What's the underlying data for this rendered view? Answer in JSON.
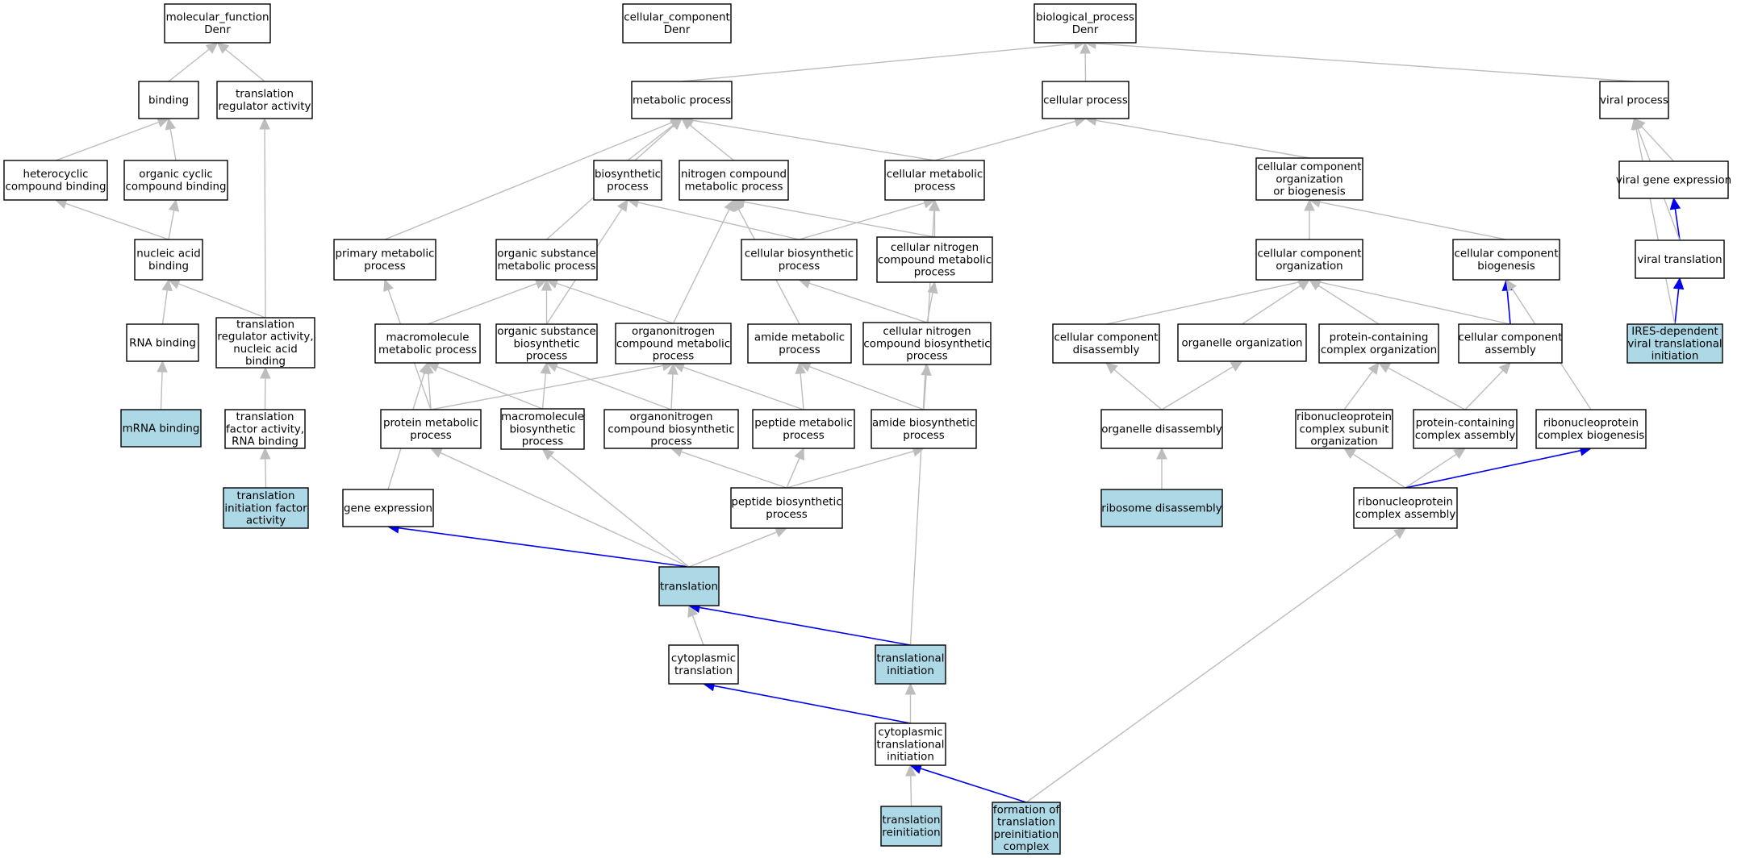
{
  "graph": {
    "colors": {
      "node_fill": "#ffffff",
      "highlight_fill": "#add8e6",
      "node_border": "#000000",
      "edge": "#bdbdbd",
      "highlight_edge": "#0000ee"
    },
    "nodes": [
      {
        "id": "mf",
        "lines": [
          "molecular_function",
          "Denr"
        ],
        "highlight": false
      },
      {
        "id": "cc",
        "lines": [
          "cellular_component",
          "Denr"
        ],
        "highlight": false
      },
      {
        "id": "bp",
        "lines": [
          "biological_process",
          "Denr"
        ],
        "highlight": false
      },
      {
        "id": "binding",
        "lines": [
          "binding"
        ],
        "highlight": false
      },
      {
        "id": "tra",
        "lines": [
          "translation",
          "regulator activity"
        ],
        "highlight": false
      },
      {
        "id": "metab",
        "lines": [
          "metabolic process"
        ],
        "highlight": false
      },
      {
        "id": "cellproc",
        "lines": [
          "cellular process"
        ],
        "highlight": false
      },
      {
        "id": "viralproc",
        "lines": [
          "viral process"
        ],
        "highlight": false
      },
      {
        "id": "hetcyc",
        "lines": [
          "heterocyclic",
          "compound binding"
        ],
        "highlight": false
      },
      {
        "id": "orgcyc",
        "lines": [
          "organic cyclic",
          "compound binding"
        ],
        "highlight": false
      },
      {
        "id": "biosyn",
        "lines": [
          "biosynthetic",
          "process"
        ],
        "highlight": false
      },
      {
        "id": "nitro",
        "lines": [
          "nitrogen compound",
          "metabolic process"
        ],
        "highlight": false
      },
      {
        "id": "cellmet",
        "lines": [
          "cellular metabolic",
          "process"
        ],
        "highlight": false
      },
      {
        "id": "ccob",
        "lines": [
          "cellular component",
          "organization",
          "or biogenesis"
        ],
        "highlight": false
      },
      {
        "id": "vge",
        "lines": [
          "viral gene expression"
        ],
        "highlight": false
      },
      {
        "id": "nab",
        "lines": [
          "nucleic acid",
          "binding"
        ],
        "highlight": false
      },
      {
        "id": "primmet",
        "lines": [
          "primary metabolic",
          "process"
        ],
        "highlight": false
      },
      {
        "id": "osmp",
        "lines": [
          "organic substance",
          "metabolic process"
        ],
        "highlight": false
      },
      {
        "id": "cbp",
        "lines": [
          "cellular biosynthetic",
          "process"
        ],
        "highlight": false
      },
      {
        "id": "cncmp",
        "lines": [
          "cellular nitrogen",
          "compound metabolic",
          "process"
        ],
        "highlight": false
      },
      {
        "id": "cco",
        "lines": [
          "cellular component",
          "organization"
        ],
        "highlight": false
      },
      {
        "id": "ccb",
        "lines": [
          "cellular component",
          "biogenesis"
        ],
        "highlight": false
      },
      {
        "id": "vtrans",
        "lines": [
          "viral translation"
        ],
        "highlight": false
      },
      {
        "id": "rnab",
        "lines": [
          "RNA binding"
        ],
        "highlight": false
      },
      {
        "id": "tranab",
        "lines": [
          "translation",
          "regulator activity,",
          "nucleic acid",
          "binding"
        ],
        "highlight": false
      },
      {
        "id": "macromet",
        "lines": [
          "macromolecule",
          "metabolic process"
        ],
        "highlight": false
      },
      {
        "id": "osbp",
        "lines": [
          "organic substance",
          "biosynthetic",
          "process"
        ],
        "highlight": false
      },
      {
        "id": "onmp",
        "lines": [
          "organonitrogen",
          "compound metabolic",
          "process"
        ],
        "highlight": false
      },
      {
        "id": "amidemet",
        "lines": [
          "amide metabolic",
          "process"
        ],
        "highlight": false
      },
      {
        "id": "cncbp",
        "lines": [
          "cellular nitrogen",
          "compound biosynthetic",
          "process"
        ],
        "highlight": false
      },
      {
        "id": "ccd",
        "lines": [
          "cellular component",
          "disassembly"
        ],
        "highlight": false
      },
      {
        "id": "orgorg",
        "lines": [
          "organelle organization"
        ],
        "highlight": false
      },
      {
        "id": "pcco",
        "lines": [
          "protein-containing",
          "complex organization"
        ],
        "highlight": false
      },
      {
        "id": "cca",
        "lines": [
          "cellular component",
          "assembly"
        ],
        "highlight": false
      },
      {
        "id": "ires",
        "lines": [
          "IRES-dependent",
          "viral translational",
          "initiation"
        ],
        "highlight": true
      },
      {
        "id": "mrnab",
        "lines": [
          "mRNA binding"
        ],
        "highlight": true
      },
      {
        "id": "tfab",
        "lines": [
          "translation",
          "factor activity,",
          "RNA binding"
        ],
        "highlight": false
      },
      {
        "id": "protmet",
        "lines": [
          "protein metabolic",
          "process"
        ],
        "highlight": false
      },
      {
        "id": "macrobio",
        "lines": [
          "macromolecule",
          "biosynthetic",
          "process"
        ],
        "highlight": false
      },
      {
        "id": "onbp",
        "lines": [
          "organonitrogen",
          "compound biosynthetic",
          "process"
        ],
        "highlight": false
      },
      {
        "id": "pepmet",
        "lines": [
          "peptide metabolic",
          "process"
        ],
        "highlight": false
      },
      {
        "id": "amidebio",
        "lines": [
          "amide biosynthetic",
          "process"
        ],
        "highlight": false
      },
      {
        "id": "orgdis",
        "lines": [
          "organelle disassembly"
        ],
        "highlight": false
      },
      {
        "id": "rncso",
        "lines": [
          "ribonucleoprotein",
          "complex subunit",
          "organization"
        ],
        "highlight": false
      },
      {
        "id": "pcca",
        "lines": [
          "protein-containing",
          "complex assembly"
        ],
        "highlight": false
      },
      {
        "id": "rncb",
        "lines": [
          "ribonucleoprotein",
          "complex biogenesis"
        ],
        "highlight": false
      },
      {
        "id": "tifa",
        "lines": [
          "translation",
          "initiation factor",
          "activity"
        ],
        "highlight": true
      },
      {
        "id": "geneexp",
        "lines": [
          "gene expression"
        ],
        "highlight": false
      },
      {
        "id": "pepbio",
        "lines": [
          "peptide biosynthetic",
          "process"
        ],
        "highlight": false
      },
      {
        "id": "ribodis",
        "lines": [
          "ribosome disassembly"
        ],
        "highlight": true
      },
      {
        "id": "rnca",
        "lines": [
          "ribonucleoprotein",
          "complex assembly"
        ],
        "highlight": false
      },
      {
        "id": "translation",
        "lines": [
          "translation"
        ],
        "highlight": true
      },
      {
        "id": "cyttrans",
        "lines": [
          "cytoplasmic",
          "translation"
        ],
        "highlight": false
      },
      {
        "id": "transinit",
        "lines": [
          "translational",
          "initiation"
        ],
        "highlight": true
      },
      {
        "id": "ctinit",
        "lines": [
          "cytoplasmic",
          "translational",
          "initiation"
        ],
        "highlight": false
      },
      {
        "id": "transreinit",
        "lines": [
          "translation",
          "reinitiation"
        ],
        "highlight": true
      },
      {
        "id": "ftpc",
        "lines": [
          "formation of",
          "translation",
          "preinitiation",
          "complex"
        ],
        "highlight": true
      }
    ],
    "edges": [
      {
        "from": "binding",
        "to": "mf",
        "highlight": false
      },
      {
        "from": "tra",
        "to": "mf",
        "highlight": false
      },
      {
        "from": "metab",
        "to": "bp",
        "highlight": false
      },
      {
        "from": "cellproc",
        "to": "bp",
        "highlight": false
      },
      {
        "from": "viralproc",
        "to": "bp",
        "highlight": false
      },
      {
        "from": "hetcyc",
        "to": "binding",
        "highlight": false
      },
      {
        "from": "orgcyc",
        "to": "binding",
        "highlight": false
      },
      {
        "from": "nab",
        "to": "hetcyc",
        "highlight": false
      },
      {
        "from": "nab",
        "to": "orgcyc",
        "highlight": false
      },
      {
        "from": "rnab",
        "to": "nab",
        "highlight": false
      },
      {
        "from": "tranab",
        "to": "nab",
        "highlight": false
      },
      {
        "from": "tranab",
        "to": "tra",
        "highlight": false
      },
      {
        "from": "mrnab",
        "to": "rnab",
        "highlight": false
      },
      {
        "from": "tfab",
        "to": "tranab",
        "highlight": false
      },
      {
        "from": "tifa",
        "to": "tfab",
        "highlight": false
      },
      {
        "from": "biosyn",
        "to": "metab",
        "highlight": false
      },
      {
        "from": "nitro",
        "to": "metab",
        "highlight": false
      },
      {
        "from": "cellmet",
        "to": "metab",
        "highlight": false
      },
      {
        "from": "primmet",
        "to": "metab",
        "highlight": false
      },
      {
        "from": "osmp",
        "to": "metab",
        "highlight": false
      },
      {
        "from": "cellmet",
        "to": "cellproc",
        "highlight": false
      },
      {
        "from": "ccob",
        "to": "cellproc",
        "highlight": false
      },
      {
        "from": "cbp",
        "to": "biosyn",
        "highlight": false
      },
      {
        "from": "cbp",
        "to": "cellmet",
        "highlight": false
      },
      {
        "from": "cncmp",
        "to": "cellmet",
        "highlight": false
      },
      {
        "from": "cncmp",
        "to": "nitro",
        "highlight": false
      },
      {
        "from": "osbp",
        "to": "biosyn",
        "highlight": false
      },
      {
        "from": "osbp",
        "to": "osmp",
        "highlight": false
      },
      {
        "from": "macromet",
        "to": "osmp",
        "highlight": false
      },
      {
        "from": "onmp",
        "to": "osmp",
        "highlight": false
      },
      {
        "from": "onmp",
        "to": "nitro",
        "highlight": false
      },
      {
        "from": "amidemet",
        "to": "nitro",
        "highlight": false
      },
      {
        "from": "cncbp",
        "to": "cbp",
        "highlight": false
      },
      {
        "from": "cncbp",
        "to": "cncmp",
        "highlight": false
      },
      {
        "from": "protmet",
        "to": "primmet",
        "highlight": false
      },
      {
        "from": "protmet",
        "to": "macromet",
        "highlight": false
      },
      {
        "from": "protmet",
        "to": "onmp",
        "highlight": false
      },
      {
        "from": "macrobio",
        "to": "macromet",
        "highlight": false
      },
      {
        "from": "macrobio",
        "to": "osbp",
        "highlight": false
      },
      {
        "from": "onbp",
        "to": "osbp",
        "highlight": false
      },
      {
        "from": "onbp",
        "to": "onmp",
        "highlight": false
      },
      {
        "from": "pepmet",
        "to": "onmp",
        "highlight": false
      },
      {
        "from": "pepmet",
        "to": "amidemet",
        "highlight": false
      },
      {
        "from": "amidebio",
        "to": "amidemet",
        "highlight": false
      },
      {
        "from": "amidebio",
        "to": "cncbp",
        "highlight": false
      },
      {
        "from": "geneexp",
        "to": "macromet",
        "highlight": false
      },
      {
        "from": "pepbio",
        "to": "onbp",
        "highlight": false
      },
      {
        "from": "pepbio",
        "to": "pepmet",
        "highlight": false
      },
      {
        "from": "pepbio",
        "to": "amidebio",
        "highlight": false
      },
      {
        "from": "translation",
        "to": "geneexp",
        "highlight": true
      },
      {
        "from": "translation",
        "to": "protmet",
        "highlight": false
      },
      {
        "from": "translation",
        "to": "macrobio",
        "highlight": false
      },
      {
        "from": "translation",
        "to": "pepbio",
        "highlight": false
      },
      {
        "from": "cyttrans",
        "to": "translation",
        "highlight": false
      },
      {
        "from": "transinit",
        "to": "translation",
        "highlight": true
      },
      {
        "from": "transinit",
        "to": "cellmet",
        "highlight": false
      },
      {
        "from": "ctinit",
        "to": "transinit",
        "highlight": false
      },
      {
        "from": "ctinit",
        "to": "cyttrans",
        "highlight": true
      },
      {
        "from": "transreinit",
        "to": "ctinit",
        "highlight": false
      },
      {
        "from": "ftpc",
        "to": "ctinit",
        "highlight": true
      },
      {
        "from": "ftpc",
        "to": "rnca",
        "highlight": false
      },
      {
        "from": "cco",
        "to": "ccob",
        "highlight": false
      },
      {
        "from": "ccb",
        "to": "ccob",
        "highlight": false
      },
      {
        "from": "ccd",
        "to": "cco",
        "highlight": false
      },
      {
        "from": "orgorg",
        "to": "cco",
        "highlight": false
      },
      {
        "from": "pcco",
        "to": "cco",
        "highlight": false
      },
      {
        "from": "cca",
        "to": "cco",
        "highlight": false
      },
      {
        "from": "cca",
        "to": "ccb",
        "highlight": true
      },
      {
        "from": "orgdis",
        "to": "ccd",
        "highlight": false
      },
      {
        "from": "orgdis",
        "to": "orgorg",
        "highlight": false
      },
      {
        "from": "ribodis",
        "to": "orgdis",
        "highlight": false
      },
      {
        "from": "rncso",
        "to": "pcco",
        "highlight": false
      },
      {
        "from": "pcca",
        "to": "pcco",
        "highlight": false
      },
      {
        "from": "pcca",
        "to": "cca",
        "highlight": false
      },
      {
        "from": "rncb",
        "to": "ccb",
        "highlight": false
      },
      {
        "from": "rnca",
        "to": "rncso",
        "highlight": false
      },
      {
        "from": "rnca",
        "to": "pcca",
        "highlight": false
      },
      {
        "from": "rnca",
        "to": "rncb",
        "highlight": true
      },
      {
        "from": "vge",
        "to": "viralproc",
        "highlight": false
      },
      {
        "from": "vtrans",
        "to": "vge",
        "highlight": true
      },
      {
        "from": "vtrans",
        "to": "viralproc",
        "highlight": false
      },
      {
        "from": "ires",
        "to": "vtrans",
        "highlight": true
      },
      {
        "from": "ires",
        "to": "viralproc",
        "highlight": false
      }
    ]
  }
}
